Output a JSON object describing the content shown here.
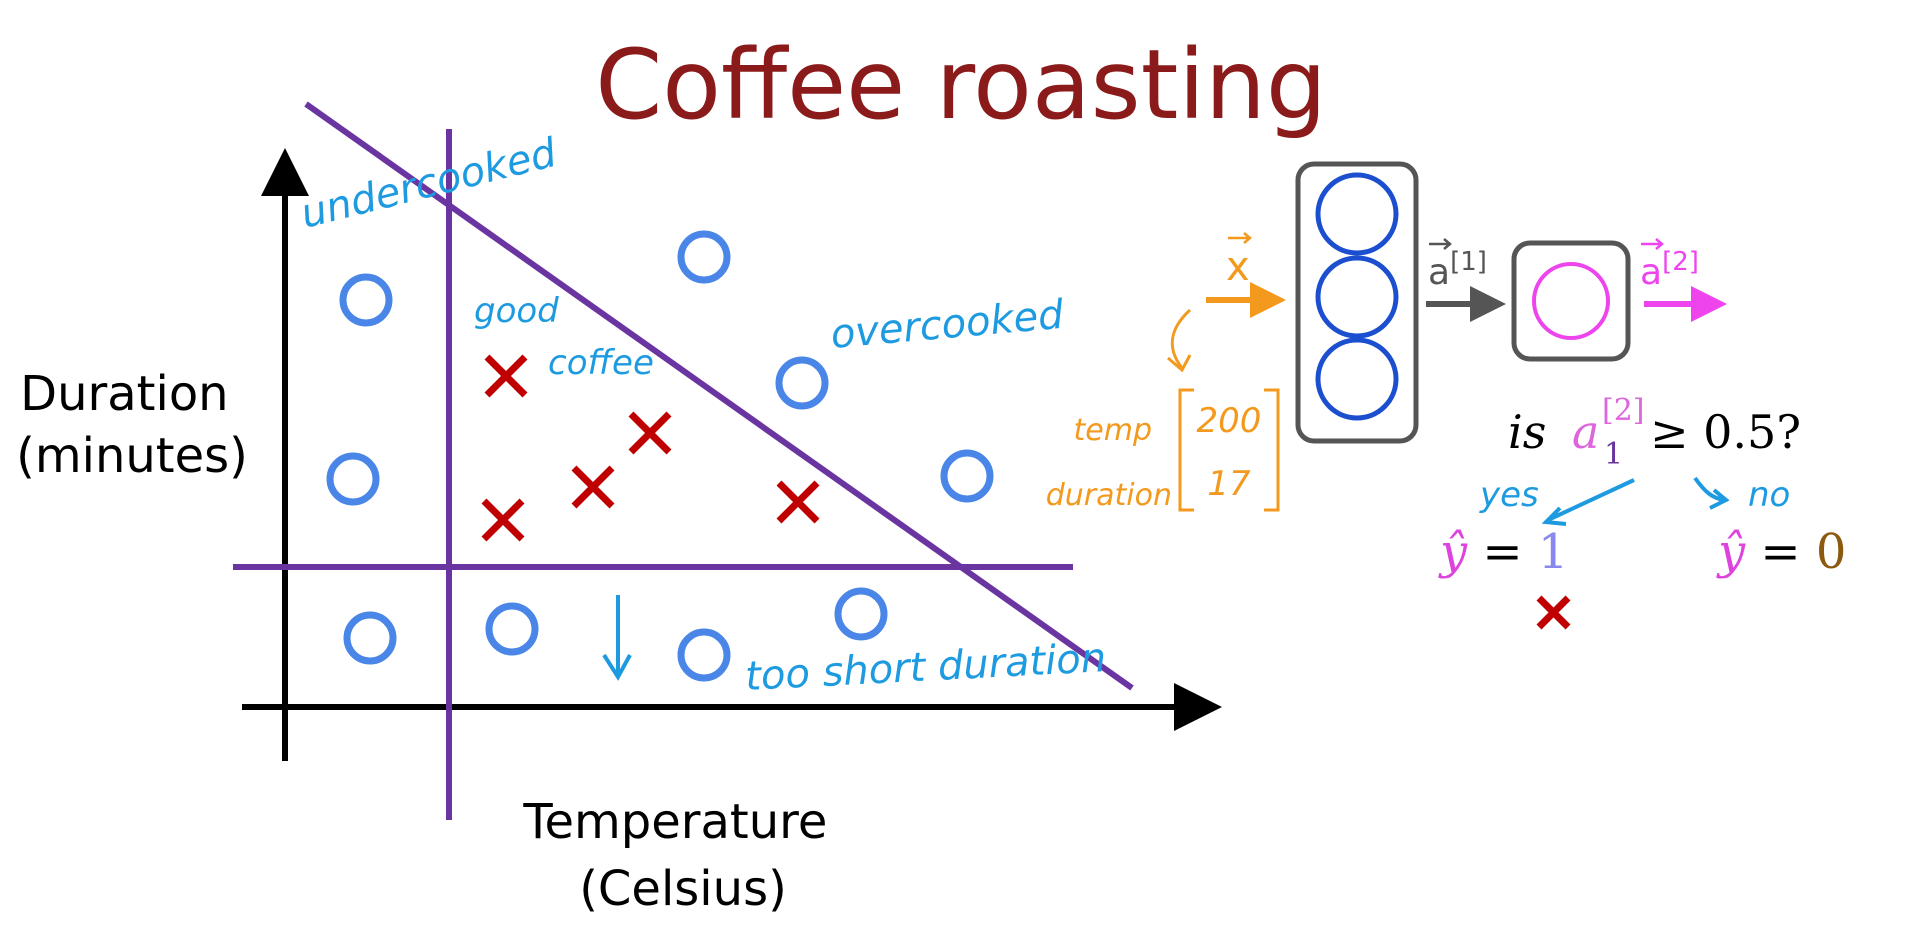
{
  "title": "Coffee roasting",
  "axes": {
    "y_label_line1": "Duration",
    "y_label_line2": "(minutes)",
    "x_label_line1": "Temperature",
    "x_label_line2": "(Celsius)"
  },
  "annotations": {
    "undercooked": "undercooked",
    "good": "good",
    "coffee": "coffee",
    "overcooked": "overcooked",
    "too_short": "too short duration"
  },
  "network": {
    "input_label": "x",
    "hidden_output_label": "a",
    "hidden_output_sup": "[1]",
    "output_label": "a",
    "output_sup": "[2]",
    "example_feature_1": "temp",
    "example_feature_2": "duration",
    "example_value_1": "200",
    "example_value_2": "17"
  },
  "decision": {
    "question_prefix": "is ",
    "question_var": "a",
    "question_sub": "1",
    "question_sup": "[2]",
    "question_suffix": " ≥ 0.5?",
    "yes": "yes",
    "no": "no",
    "yhat": "ŷ",
    "equals": " = ",
    "yes_value": "1",
    "no_value": "0"
  },
  "colors": {
    "title": "#8b1a1a",
    "boundary": "#6a35a0",
    "circle": "#4a86e8",
    "cross": "#c00000",
    "handwriting": "#1e9be0",
    "orange": "#f39a1e",
    "magenta": "#ee44ee",
    "layer_box": "#555555",
    "neuron": "#1c4fd0"
  }
}
